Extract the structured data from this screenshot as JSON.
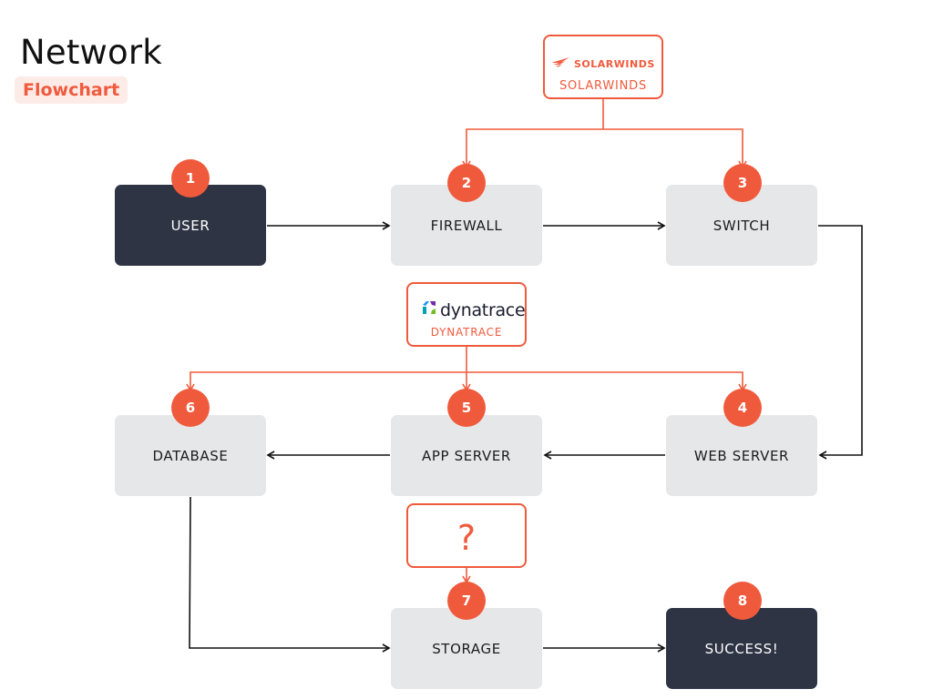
{
  "header": {
    "title": "Network",
    "subtitle": "Flowchart"
  },
  "colors": {
    "accent": "#f05a3c",
    "dark_node": "#2e3444",
    "light_node": "#e6e7e9"
  },
  "nodes": [
    {
      "id": "user",
      "label": "USER",
      "badge": "1"
    },
    {
      "id": "firewall",
      "label": "FIREWALL",
      "badge": "2"
    },
    {
      "id": "switch",
      "label": "SWITCH",
      "badge": "3"
    },
    {
      "id": "web-server",
      "label": "WEB SERVER",
      "badge": "4"
    },
    {
      "id": "app-server",
      "label": "APP SERVER",
      "badge": "5"
    },
    {
      "id": "database",
      "label": "DATABASE",
      "badge": "6"
    },
    {
      "id": "storage",
      "label": "STORAGE",
      "badge": "7"
    },
    {
      "id": "success",
      "label": "SUCCESS!",
      "badge": "8"
    }
  ],
  "tools": {
    "solarwinds": {
      "logo_text": "SOLARWINDS",
      "caption": "SOLARWINDS",
      "icon": "solarwinds-logo-icon"
    },
    "dynatrace": {
      "logo_text": "dynatrace",
      "caption": "DYNATRACE",
      "icon": "dynatrace-logo-icon"
    },
    "unknown": {
      "symbol": "?"
    }
  },
  "edges": [
    {
      "from": "user",
      "to": "firewall"
    },
    {
      "from": "firewall",
      "to": "switch"
    },
    {
      "from": "switch",
      "to": "web-server"
    },
    {
      "from": "web-server",
      "to": "app-server"
    },
    {
      "from": "app-server",
      "to": "database"
    },
    {
      "from": "database",
      "to": "storage"
    },
    {
      "from": "storage",
      "to": "success"
    },
    {
      "from": "solarwinds",
      "to": "firewall"
    },
    {
      "from": "solarwinds",
      "to": "switch"
    },
    {
      "from": "dynatrace",
      "to": "database"
    },
    {
      "from": "dynatrace",
      "to": "app-server"
    },
    {
      "from": "dynatrace",
      "to": "web-server"
    },
    {
      "from": "unknown",
      "to": "storage"
    }
  ]
}
